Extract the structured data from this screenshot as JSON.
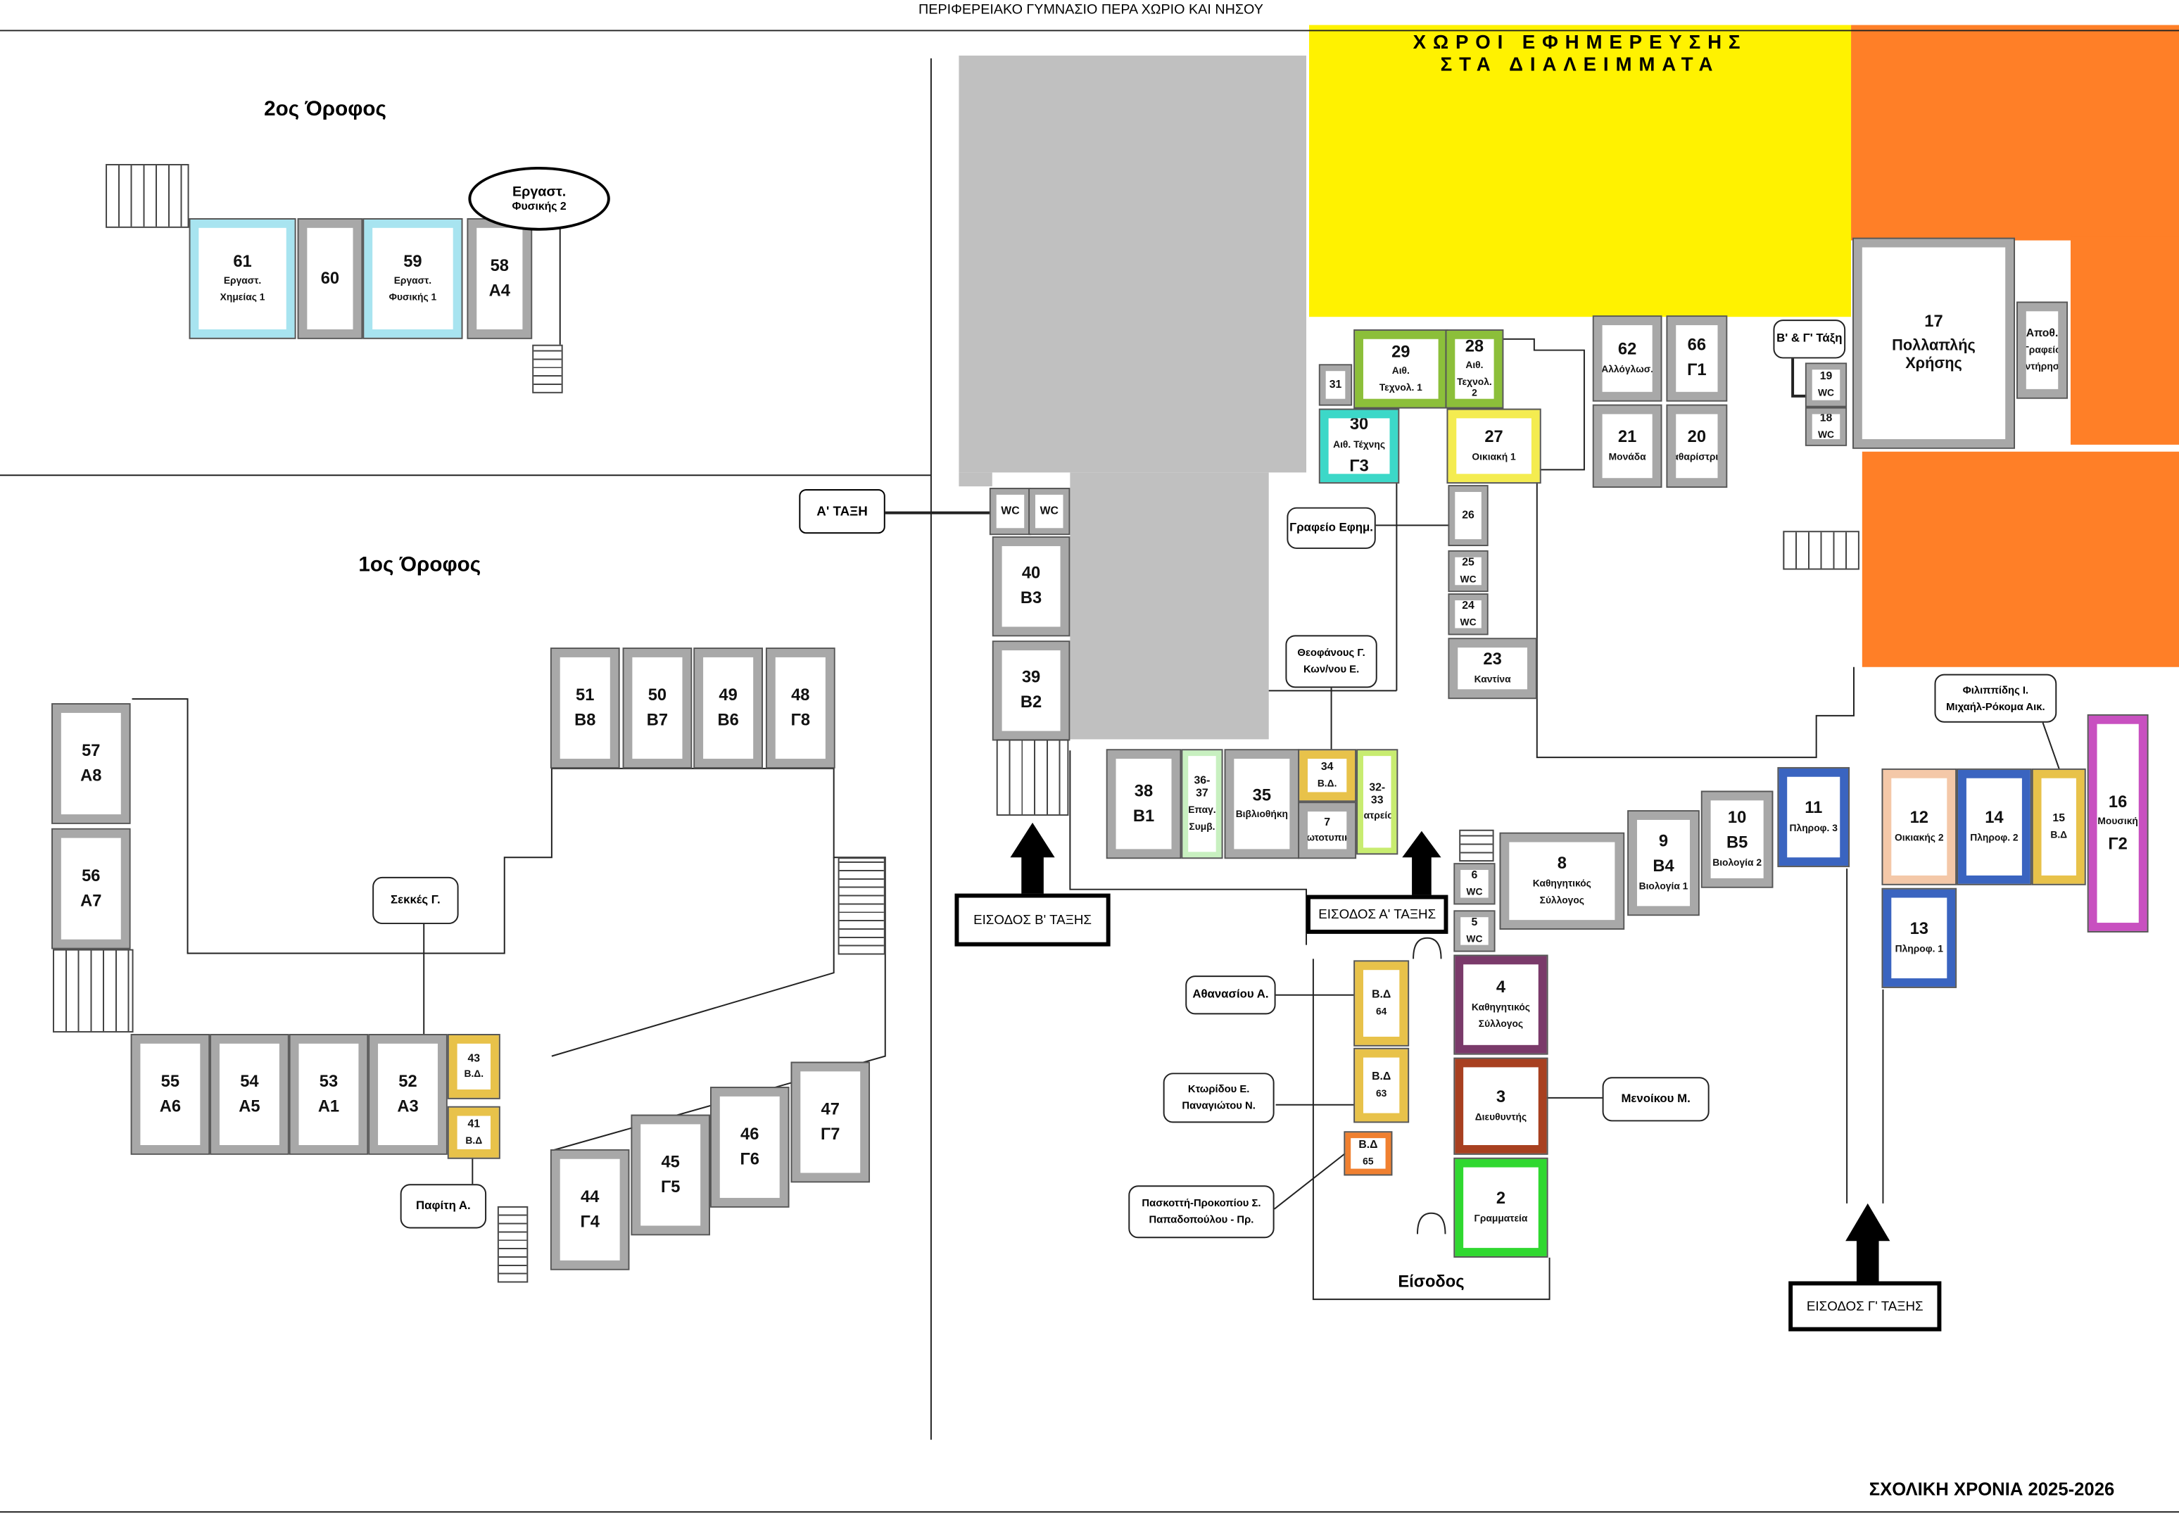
{
  "header": {
    "school": "ΠΕΡΙΦΕΡΕΙΑΚΟ ΓΥΜΝΑΣΙΟ ΠΕΡΑ ΧΩΡΙΟ ΚΑΙ ΝΗΣΟΥ",
    "year": "ΣΧΟΛΙΚΗ ΧΡΟΝΙΑ 2025-2026"
  },
  "floors": {
    "second": "2ος Όροφος",
    "first": "1ος Όροφος"
  },
  "duty_zone": {
    "line1": "ΧΩΡΟΙ ΕΦΗΜΕΡΕΥΣΗΣ",
    "line2": "ΣΤΑ ΔΙΑΛΕΙΜΜΑΤΑ",
    "color": "#fff200"
  },
  "zone_colors": {
    "gray": "#c0c0c0",
    "orange": "#ff7f27"
  },
  "balloon": {
    "line1": "Εργαστ.",
    "line2": "Φυσικής 2"
  },
  "entrance_label": "Είσοδος",
  "rooms": [
    {
      "id": "61",
      "lines": [
        "61",
        "Εργαστ.",
        "Χημείας 1"
      ],
      "color": "#a8e4f0"
    },
    {
      "id": "60",
      "lines": [
        "60"
      ],
      "color": "#a8a8a8"
    },
    {
      "id": "59",
      "lines": [
        "59",
        "Εργαστ.",
        "Φυσικής 1"
      ],
      "color": "#a8e4f0"
    },
    {
      "id": "58",
      "lines": [
        "58",
        "Α4"
      ],
      "color": "#a8a8a8"
    },
    {
      "id": "57",
      "lines": [
        "57",
        "Α8"
      ],
      "color": "#a8a8a8"
    },
    {
      "id": "56",
      "lines": [
        "56",
        "Α7"
      ],
      "color": "#a8a8a8"
    },
    {
      "id": "55",
      "lines": [
        "55",
        "Α6"
      ],
      "color": "#a8a8a8"
    },
    {
      "id": "54",
      "lines": [
        "54",
        "Α5"
      ],
      "color": "#a8a8a8"
    },
    {
      "id": "53",
      "lines": [
        "53",
        "Α1"
      ],
      "color": "#a8a8a8"
    },
    {
      "id": "52",
      "lines": [
        "52",
        "Α3"
      ],
      "color": "#a8a8a8"
    },
    {
      "id": "43",
      "lines": [
        "43",
        "Β.Δ."
      ],
      "color": "#e8c24a"
    },
    {
      "id": "41",
      "lines": [
        "41",
        "Β.Δ"
      ],
      "color": "#e8c24a"
    },
    {
      "id": "51",
      "lines": [
        "51",
        "Β8"
      ],
      "color": "#a8a8a8"
    },
    {
      "id": "50",
      "lines": [
        "50",
        "Β7"
      ],
      "color": "#a8a8a8"
    },
    {
      "id": "49",
      "lines": [
        "49",
        "Β6"
      ],
      "color": "#a8a8a8"
    },
    {
      "id": "48",
      "lines": [
        "48",
        "Γ8"
      ],
      "color": "#a8a8a8"
    },
    {
      "id": "44",
      "lines": [
        "44",
        "Γ4"
      ],
      "color": "#a8a8a8"
    },
    {
      "id": "45",
      "lines": [
        "45",
        "Γ5"
      ],
      "color": "#a8a8a8"
    },
    {
      "id": "46",
      "lines": [
        "46",
        "Γ6"
      ],
      "color": "#a8a8a8"
    },
    {
      "id": "47",
      "lines": [
        "47",
        "Γ7"
      ],
      "color": "#a8a8a8"
    },
    {
      "id": "wc-a",
      "lines": [
        "WC"
      ],
      "color": "#a8a8a8"
    },
    {
      "id": "wc-b",
      "lines": [
        "WC"
      ],
      "color": "#a8a8a8"
    },
    {
      "id": "40",
      "lines": [
        "40",
        "Β3"
      ],
      "color": "#a8a8a8"
    },
    {
      "id": "39",
      "lines": [
        "39",
        "Β2"
      ],
      "color": "#a8a8a8"
    },
    {
      "id": "38",
      "lines": [
        "38",
        "Β1"
      ],
      "color": "#a8a8a8"
    },
    {
      "id": "36-37",
      "lines": [
        "36-37",
        "Επαγ.",
        "Συμβ."
      ],
      "color": "#c8f0c0"
    },
    {
      "id": "35",
      "lines": [
        "35",
        "Βιβλιοθήκη"
      ],
      "color": "#a8a8a8"
    },
    {
      "id": "34",
      "lines": [
        "34",
        "Β.Δ."
      ],
      "color": "#e8c24a"
    },
    {
      "id": "7",
      "lines": [
        "7",
        "Φωτοτυπική"
      ],
      "color": "#a8a8a8"
    },
    {
      "id": "32-33",
      "lines": [
        "32-33",
        "Ιατρείο"
      ],
      "color": "#c8ec70"
    },
    {
      "id": "31",
      "lines": [
        "31"
      ],
      "color": "#a8a8a8"
    },
    {
      "id": "29",
      "lines": [
        "29",
        "Αιθ.",
        "Τεχνολ. 1"
      ],
      "color": "#8cbf3a"
    },
    {
      "id": "28",
      "lines": [
        "28",
        "Αιθ.",
        "Τεχνολ. 2"
      ],
      "color": "#8cbf3a"
    },
    {
      "id": "30",
      "lines": [
        "30",
        "Αιθ. Τέχνης",
        "Γ3"
      ],
      "color": "#3cd8c8"
    },
    {
      "id": "27",
      "lines": [
        "27",
        "Οικιακή 1"
      ],
      "color": "#f4ec50"
    },
    {
      "id": "26",
      "lines": [
        "26"
      ],
      "color": "#a8a8a8"
    },
    {
      "id": "25",
      "lines": [
        "25",
        "WC"
      ],
      "color": "#a8a8a8"
    },
    {
      "id": "24",
      "lines": [
        "24",
        "WC"
      ],
      "color": "#a8a8a8"
    },
    {
      "id": "23",
      "lines": [
        "23",
        "Καντίνα"
      ],
      "color": "#a8a8a8"
    },
    {
      "id": "62",
      "lines": [
        "62",
        "Αλλόγλωσ."
      ],
      "color": "#a8a8a8"
    },
    {
      "id": "66",
      "lines": [
        "66",
        "Γ1"
      ],
      "color": "#a8a8a8"
    },
    {
      "id": "21",
      "lines": [
        "21",
        "Μονάδα"
      ],
      "color": "#a8a8a8"
    },
    {
      "id": "20",
      "lines": [
        "20",
        "Καθαρίστριες"
      ],
      "color": "#a8a8a8"
    },
    {
      "id": "19",
      "lines": [
        "19",
        "WC"
      ],
      "color": "#a8a8a8"
    },
    {
      "id": "18",
      "lines": [
        "18",
        "WC"
      ],
      "color": "#a8a8a8"
    },
    {
      "id": "17",
      "lines": [
        "17",
        "Πολλαπλής Χρήσης"
      ],
      "color": "#a8a8a8"
    },
    {
      "id": "store",
      "lines": [
        "Αποθ.",
        "Γραφείο",
        "Συντήρησης"
      ],
      "color": "#a8a8a8"
    },
    {
      "id": "8",
      "lines": [
        "8",
        "Καθηγητικός",
        "Σύλλογος"
      ],
      "color": "#a8a8a8"
    },
    {
      "id": "9",
      "lines": [
        "9",
        "Β4",
        "Βιολογία 1"
      ],
      "color": "#a8a8a8"
    },
    {
      "id": "10",
      "lines": [
        "10",
        "Β5",
        "Βιολογία 2"
      ],
      "color": "#a8a8a8"
    },
    {
      "id": "11",
      "lines": [
        "11",
        "Πληροφ. 3"
      ],
      "color": "#3a64c0"
    },
    {
      "id": "6",
      "lines": [
        "6",
        "WC"
      ],
      "color": "#a8a8a8"
    },
    {
      "id": "5",
      "lines": [
        "5",
        "WC"
      ],
      "color": "#a8a8a8"
    },
    {
      "id": "12",
      "lines": [
        "12",
        "Οικιακής 2"
      ],
      "color": "#f4c8a8"
    },
    {
      "id": "14",
      "lines": [
        "14",
        "Πληροφ. 2"
      ],
      "color": "#3a64c0"
    },
    {
      "id": "15",
      "lines": [
        "15",
        "Β.Δ"
      ],
      "color": "#e8c24a"
    },
    {
      "id": "16",
      "lines": [
        "16",
        "Μουσική",
        "Γ2"
      ],
      "color": "#c850c0"
    },
    {
      "id": "13",
      "lines": [
        "13",
        "Πληροφ. 1"
      ],
      "color": "#3a64c0"
    },
    {
      "id": "64",
      "lines": [
        "Β.Δ",
        "64"
      ],
      "color": "#e8c24a"
    },
    {
      "id": "63",
      "lines": [
        "Β.Δ",
        "63"
      ],
      "color": "#e8c24a"
    },
    {
      "id": "65",
      "lines": [
        "Β.Δ",
        "65"
      ],
      "color": "#f08030"
    },
    {
      "id": "4",
      "lines": [
        "4",
        "Καθηγητικός",
        "Σύλλογος"
      ],
      "color": "#7a3a6a"
    },
    {
      "id": "3",
      "lines": [
        "3",
        "Διευθυντής"
      ],
      "color": "#a84020"
    },
    {
      "id": "2",
      "lines": [
        "2",
        "Γραμματεία"
      ],
      "color": "#30d830"
    }
  ],
  "notes": [
    {
      "id": "sekkes",
      "lines": [
        "Σεκκές Γ."
      ]
    },
    {
      "id": "pafiti",
      "lines": [
        "Παφίτη Α."
      ]
    },
    {
      "id": "grafeio",
      "lines": [
        "Γραφείο Εφημ."
      ]
    },
    {
      "id": "theofanous",
      "lines": [
        "Θεοφάνους Γ.",
        "Κων/νου Ε."
      ]
    },
    {
      "id": "bg-taxi",
      "lines": [
        "Β' & Γ' Τάξη"
      ]
    },
    {
      "id": "filippidis",
      "lines": [
        "Φιλιππίδης Ι.",
        "Μιχαήλ-Ρόκομα Αικ."
      ]
    },
    {
      "id": "athanasiou",
      "lines": [
        "Αθανασίου Α."
      ]
    },
    {
      "id": "ktoridou",
      "lines": [
        "Κτωρίδου Ε.",
        "Παναγιώτου Ν."
      ]
    },
    {
      "id": "paskotti",
      "lines": [
        "Πασκοττή-Προκοπίου Σ.",
        "Παπαδοπούλου - Πρ."
      ]
    },
    {
      "id": "menoikou",
      "lines": [
        "Μενοίκου Μ."
      ]
    }
  ],
  "entrances": [
    {
      "id": "a-taxi",
      "label": "Α' ΤΑΞΗ"
    },
    {
      "id": "b-entry",
      "label": "ΕΙΣΟΔΟΣ Β' ΤΑΞΗΣ"
    },
    {
      "id": "a-entry",
      "label": "ΕΙΣΟΔΟΣ Α' ΤΑΞΗΣ"
    },
    {
      "id": "c-entry",
      "label": "ΕΙΣΟΔΟΣ Γ' ΤΑΞΗΣ"
    }
  ]
}
